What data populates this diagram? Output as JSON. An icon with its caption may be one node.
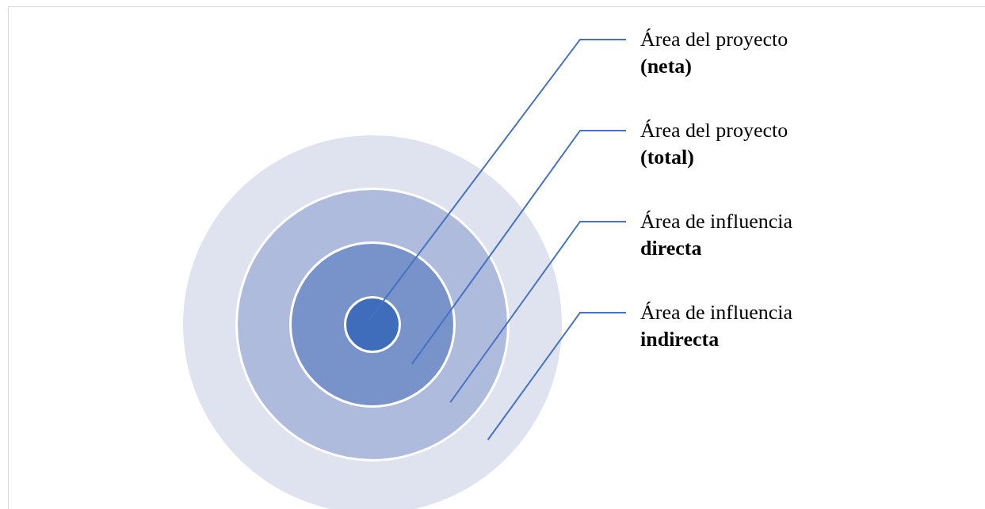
{
  "diagram": {
    "nodes": [
      {
        "text": [],
        "shape": "circle"
      },
      {
        "text": [],
        "shape": "circle",
        "in": 0
      },
      {
        "text": [],
        "shape": "circle",
        "in": 1
      },
      {
        "text": [],
        "shape": "circle",
        "in": 2
      },
      {
        "text": [
          "Área del proyecto **(neta)**"
        ]
      },
      {
        "text": [
          "Área del proyecto **(total)**"
        ]
      },
      {
        "text": [
          "Área de influencia **directa**"
        ]
      },
      {
        "text": [
          "Área de influencia **indirecta**"
        ]
      }
    ],
    "edges": [
      {
        "from": 4,
        "to": 3,
        "arrow": "none"
      },
      {
        "from": 5,
        "to": 2,
        "arrow": "none"
      },
      {
        "from": 6,
        "to": 1,
        "arrow": "none"
      },
      {
        "from": 7,
        "to": 0,
        "arrow": "none"
      }
    ]
  }
}
